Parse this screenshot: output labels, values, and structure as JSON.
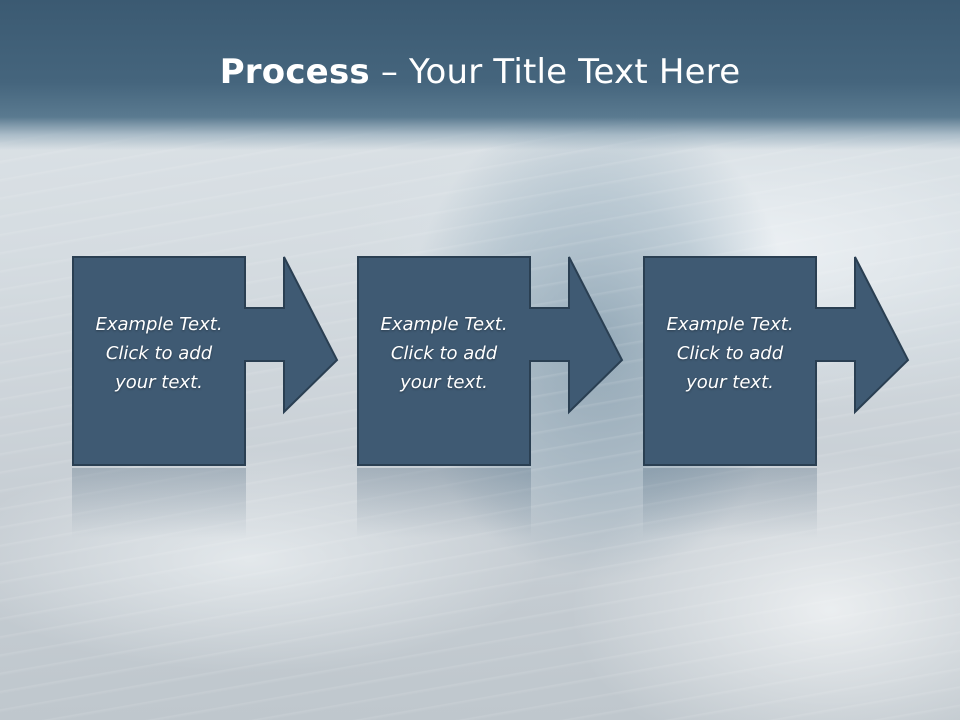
{
  "slide": {
    "title_bold": "Process",
    "title_rest": " – Your Title Text Here",
    "steps": [
      {
        "text": "Example Text.\nClick  to add\nyour text."
      },
      {
        "text": "Example Text.\nClick  to add\nyour text."
      },
      {
        "text": "Example Text.\nClick  to add\nyour text."
      }
    ]
  },
  "colors": {
    "title_bar": "#40607a",
    "box_fill": "#3f5a73",
    "box_stroke": "#2a3f52",
    "text": "#ffffff"
  }
}
